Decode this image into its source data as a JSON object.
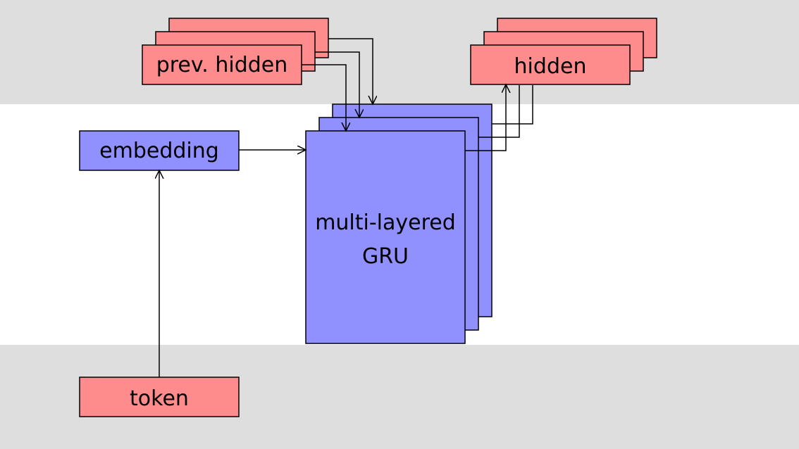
{
  "diagram": {
    "nodes": {
      "prev_hidden": {
        "label": "prev. hidden"
      },
      "hidden": {
        "label": "hidden"
      },
      "embedding": {
        "label": "embedding"
      },
      "gru": {
        "label_line1": "multi-layered",
        "label_line2": "GRU"
      },
      "token": {
        "label": "token"
      }
    },
    "edges": [
      {
        "from": "token",
        "to": "embedding"
      },
      {
        "from": "embedding",
        "to": "gru"
      },
      {
        "from": "prev_hidden",
        "to": "gru"
      },
      {
        "from": "gru",
        "to": "hidden"
      }
    ]
  },
  "colors": {
    "band": "#dedede",
    "background": "#ffffff",
    "hidden_fill": "#ff8c8c",
    "gru_fill": "#9090ff",
    "stroke": "#000000"
  }
}
